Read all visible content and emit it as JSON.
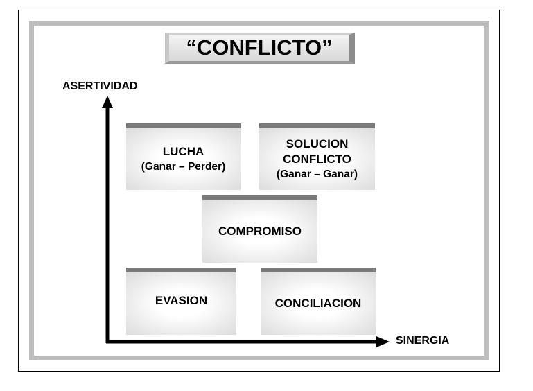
{
  "title": "“CONFLICTO”",
  "y_axis_label": "ASERTIVIDAD",
  "x_axis_label": "SINERGIA",
  "boxes": {
    "lucha": {
      "title": "LUCHA",
      "subtitle": "(Ganar – Perder)"
    },
    "solucion": {
      "title1": "SOLUCION",
      "title2": "CONFLICTO",
      "subtitle": "(Ganar – Ganar)"
    },
    "compromiso": {
      "title": "COMPROMISO"
    },
    "evasion": {
      "title": "EVASION"
    },
    "conciliacion": {
      "title": "CONCILIACION"
    }
  }
}
